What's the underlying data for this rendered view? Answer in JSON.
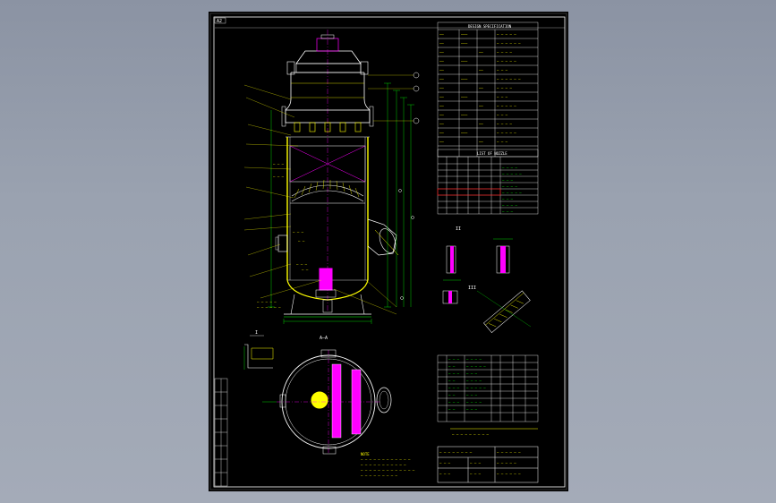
{
  "drawing": {
    "corner_tag": "A2",
    "design_spec_title": "DESIGN SPECIFICATION",
    "nozzle_table_title": "LIST OF NOZZLE",
    "section_label": "A—A",
    "detail_label_1": "I",
    "detail_label_2": "II",
    "detail_label_3": "III",
    "bottom_note": "NOTE",
    "colors": {
      "frame": "#ffffff",
      "yellow": "#ffff00",
      "green": "#00ff00",
      "cyan": "#00ffff",
      "magenta": "#ff00ff",
      "red": "#ff0000",
      "blue": "#3355ff"
    }
  }
}
